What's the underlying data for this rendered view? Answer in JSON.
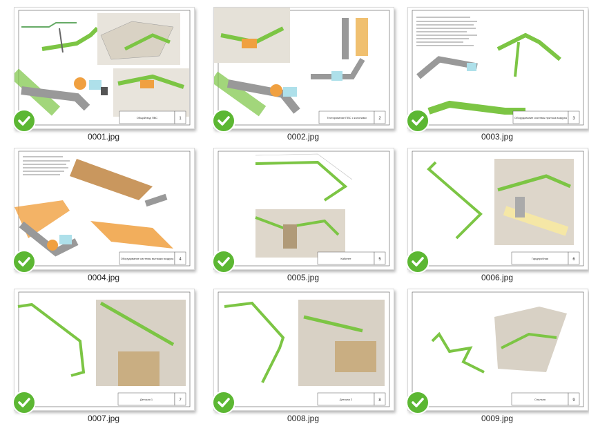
{
  "files": [
    {
      "name": "0001.jpg",
      "sheet_title": "Общий вид ПВС",
      "sheet_no": "1"
    },
    {
      "name": "0002.jpg",
      "sheet_title": "Тестирование ПВС с колонами",
      "sheet_no": "2"
    },
    {
      "name": "0003.jpg",
      "sheet_title": "Оборудование системы притока воздуха",
      "sheet_no": "3"
    },
    {
      "name": "0004.jpg",
      "sheet_title": "Оборудование системы вытяжки воздуха",
      "sheet_no": "4"
    },
    {
      "name": "0005.jpg",
      "sheet_title": "Кабинет",
      "sheet_no": "5"
    },
    {
      "name": "0006.jpg",
      "sheet_title": "Гардеробная",
      "sheet_no": "6"
    },
    {
      "name": "0007.jpg",
      "sheet_title": "Детская 1",
      "sheet_no": "7"
    },
    {
      "name": "0008.jpg",
      "sheet_title": "Детская 2",
      "sheet_no": "8"
    },
    {
      "name": "0009.jpg",
      "sheet_title": "Спальня",
      "sheet_no": "9"
    }
  ],
  "colors": {
    "check": "#5cb733",
    "duct_green": "#7cc544",
    "duct_orange": "#f0a040",
    "wall": "#cfc8bc"
  },
  "icons": {
    "check": "check-circle-icon"
  }
}
